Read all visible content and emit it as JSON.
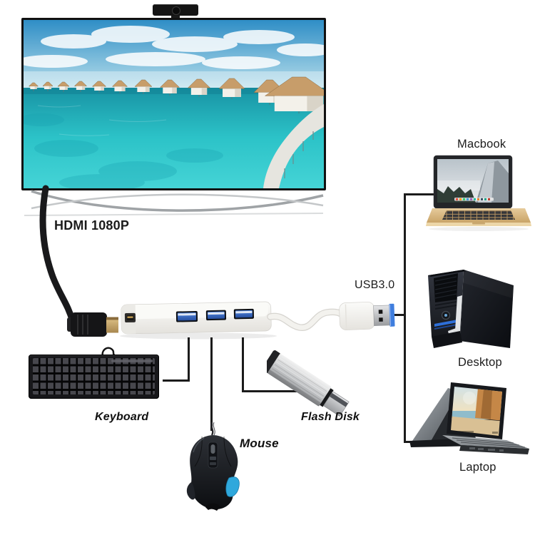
{
  "diagram": {
    "labels": {
      "hdmi": "HDMI 1080P",
      "usb": "USB3.0",
      "macbook": "Macbook",
      "desktop": "Desktop",
      "laptop": "Laptop",
      "keyboard": "Keyboard",
      "mouse": "Mouse",
      "flash_disk": "Flash Disk"
    },
    "hub": {
      "usb_port_count": 3,
      "hdmi_port_count": 1
    },
    "colors": {
      "background": "#ffffff",
      "connector_line": "#1b1b1b",
      "usb_port_blue": "#2f63c4",
      "usb_plug_tip_blue": "#3f7ede",
      "tv_water_teal": "#2cc3c8",
      "tv_sky_blue": "#2f8ec6",
      "macbook_gold": "#d9b988",
      "mouse_accent_blue": "#2fa8dc",
      "hub_white": "#f4f3ef",
      "hdmi_plug_gold": "#c9a258"
    }
  }
}
